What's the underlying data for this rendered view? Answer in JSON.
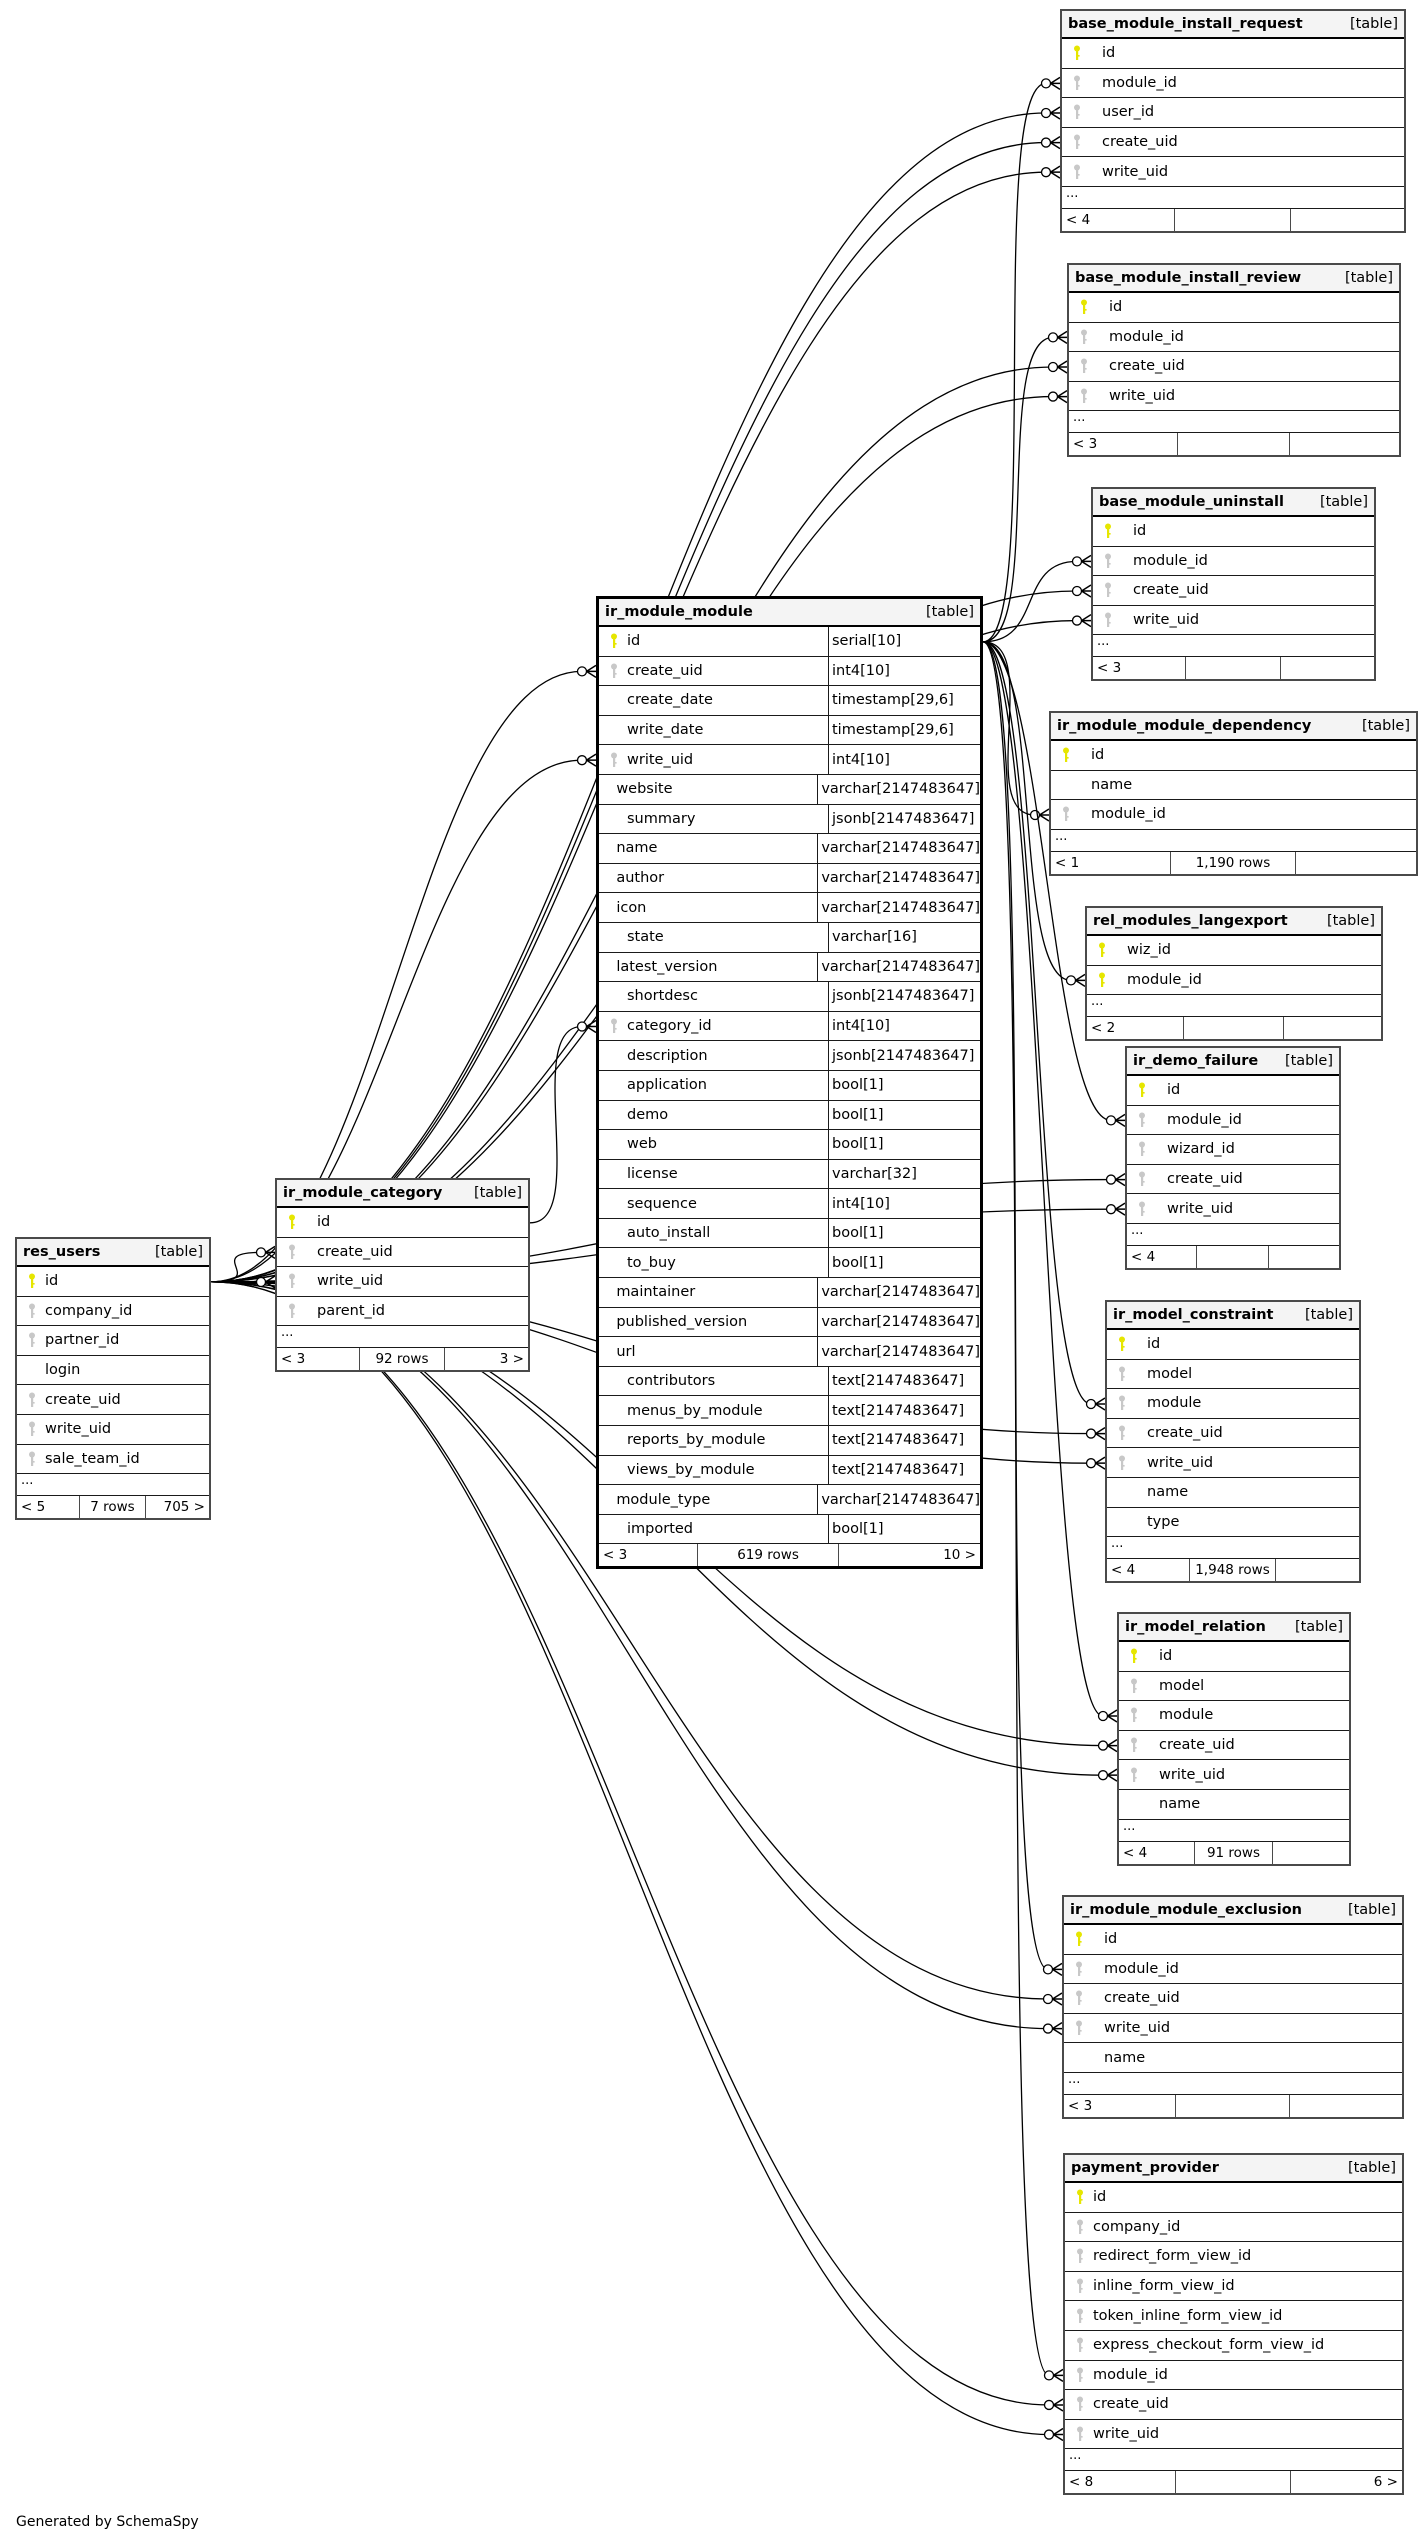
{
  "diagram": {
    "generator_note": "Generated by SchemaSpy",
    "table_kind_label": "[table]",
    "ellipsis": "...",
    "colors": {
      "primary_key": "#e6e600",
      "foreign_key": "#c8c8c8",
      "header_bg": "#f4f4f4",
      "line": "#000000"
    }
  },
  "tables": {
    "base_module_install_request": {
      "name": "base_module_install_request",
      "columns": [
        {
          "name": "id",
          "key": "pk"
        },
        {
          "name": "module_id",
          "key": "fk"
        },
        {
          "name": "user_id",
          "key": "fk"
        },
        {
          "name": "create_uid",
          "key": "fk"
        },
        {
          "name": "write_uid",
          "key": "fk"
        }
      ],
      "footer": {
        "parents": "< 4",
        "rows": "",
        "children": ""
      }
    },
    "base_module_install_review": {
      "name": "base_module_install_review",
      "columns": [
        {
          "name": "id",
          "key": "pk"
        },
        {
          "name": "module_id",
          "key": "fk"
        },
        {
          "name": "create_uid",
          "key": "fk"
        },
        {
          "name": "write_uid",
          "key": "fk"
        }
      ],
      "footer": {
        "parents": "< 3",
        "rows": "",
        "children": ""
      }
    },
    "base_module_uninstall": {
      "name": "base_module_uninstall",
      "columns": [
        {
          "name": "id",
          "key": "pk"
        },
        {
          "name": "module_id",
          "key": "fk"
        },
        {
          "name": "create_uid",
          "key": "fk"
        },
        {
          "name": "write_uid",
          "key": "fk"
        }
      ],
      "footer": {
        "parents": "< 3",
        "rows": "",
        "children": ""
      }
    },
    "ir_module_module_dependency": {
      "name": "ir_module_module_dependency",
      "columns": [
        {
          "name": "id",
          "key": "pk"
        },
        {
          "name": "name",
          "key": ""
        },
        {
          "name": "module_id",
          "key": "fk"
        }
      ],
      "footer": {
        "parents": "< 1",
        "rows": "1,190 rows",
        "children": ""
      }
    },
    "rel_modules_langexport": {
      "name": "rel_modules_langexport",
      "columns": [
        {
          "name": "wiz_id",
          "key": "pk"
        },
        {
          "name": "module_id",
          "key": "pk"
        }
      ],
      "footer": {
        "parents": "< 2",
        "rows": "",
        "children": ""
      }
    },
    "ir_demo_failure": {
      "name": "ir_demo_failure",
      "columns": [
        {
          "name": "id",
          "key": "pk"
        },
        {
          "name": "module_id",
          "key": "fk"
        },
        {
          "name": "wizard_id",
          "key": "fk"
        },
        {
          "name": "create_uid",
          "key": "fk"
        },
        {
          "name": "write_uid",
          "key": "fk"
        }
      ],
      "footer": {
        "parents": "< 4",
        "rows": "",
        "children": ""
      }
    },
    "ir_model_constraint": {
      "name": "ir_model_constraint",
      "columns": [
        {
          "name": "id",
          "key": "pk"
        },
        {
          "name": "model",
          "key": "fk"
        },
        {
          "name": "module",
          "key": "fk"
        },
        {
          "name": "create_uid",
          "key": "fk"
        },
        {
          "name": "write_uid",
          "key": "fk"
        },
        {
          "name": "name",
          "key": ""
        },
        {
          "name": "type",
          "key": ""
        }
      ],
      "footer": {
        "parents": "< 4",
        "rows": "1,948 rows",
        "children": ""
      }
    },
    "ir_model_relation": {
      "name": "ir_model_relation",
      "columns": [
        {
          "name": "id",
          "key": "pk"
        },
        {
          "name": "model",
          "key": "fk"
        },
        {
          "name": "module",
          "key": "fk"
        },
        {
          "name": "create_uid",
          "key": "fk"
        },
        {
          "name": "write_uid",
          "key": "fk"
        },
        {
          "name": "name",
          "key": ""
        }
      ],
      "footer": {
        "parents": "< 4",
        "rows": "91 rows",
        "children": ""
      }
    },
    "ir_module_module_exclusion": {
      "name": "ir_module_module_exclusion",
      "columns": [
        {
          "name": "id",
          "key": "pk"
        },
        {
          "name": "module_id",
          "key": "fk"
        },
        {
          "name": "create_uid",
          "key": "fk"
        },
        {
          "name": "write_uid",
          "key": "fk"
        },
        {
          "name": "name",
          "key": ""
        }
      ],
      "footer": {
        "parents": "< 3",
        "rows": "",
        "children": ""
      }
    },
    "payment_provider": {
      "name": "payment_provider",
      "columns": [
        {
          "name": "id",
          "key": "pk"
        },
        {
          "name": "company_id",
          "key": "fk"
        },
        {
          "name": "redirect_form_view_id",
          "key": "fk"
        },
        {
          "name": "inline_form_view_id",
          "key": "fk"
        },
        {
          "name": "token_inline_form_view_id",
          "key": "fk"
        },
        {
          "name": "express_checkout_form_view_id",
          "key": "fk"
        },
        {
          "name": "module_id",
          "key": "fk"
        },
        {
          "name": "create_uid",
          "key": "fk"
        },
        {
          "name": "write_uid",
          "key": "fk"
        }
      ],
      "footer": {
        "parents": "< 8",
        "rows": "",
        "children": "6 >"
      }
    },
    "ir_module_module": {
      "name": "ir_module_module",
      "columns": [
        {
          "name": "id",
          "key": "pk",
          "type": "serial[10]"
        },
        {
          "name": "create_uid",
          "key": "fk",
          "type": "int4[10]"
        },
        {
          "name": "create_date",
          "key": "",
          "type": "timestamp[29,6]"
        },
        {
          "name": "write_date",
          "key": "",
          "type": "timestamp[29,6]"
        },
        {
          "name": "write_uid",
          "key": "fk",
          "type": "int4[10]"
        },
        {
          "name": "website",
          "key": "",
          "type": "varchar[2147483647]"
        },
        {
          "name": "summary",
          "key": "",
          "type": "jsonb[2147483647]"
        },
        {
          "name": "name",
          "key": "",
          "type": "varchar[2147483647]"
        },
        {
          "name": "author",
          "key": "",
          "type": "varchar[2147483647]"
        },
        {
          "name": "icon",
          "key": "",
          "type": "varchar[2147483647]"
        },
        {
          "name": "state",
          "key": "",
          "type": "varchar[16]"
        },
        {
          "name": "latest_version",
          "key": "",
          "type": "varchar[2147483647]"
        },
        {
          "name": "shortdesc",
          "key": "",
          "type": "jsonb[2147483647]"
        },
        {
          "name": "category_id",
          "key": "fk",
          "type": "int4[10]"
        },
        {
          "name": "description",
          "key": "",
          "type": "jsonb[2147483647]"
        },
        {
          "name": "application",
          "key": "",
          "type": "bool[1]"
        },
        {
          "name": "demo",
          "key": "",
          "type": "bool[1]"
        },
        {
          "name": "web",
          "key": "",
          "type": "bool[1]"
        },
        {
          "name": "license",
          "key": "",
          "type": "varchar[32]"
        },
        {
          "name": "sequence",
          "key": "",
          "type": "int4[10]"
        },
        {
          "name": "auto_install",
          "key": "",
          "type": "bool[1]"
        },
        {
          "name": "to_buy",
          "key": "",
          "type": "bool[1]"
        },
        {
          "name": "maintainer",
          "key": "",
          "type": "varchar[2147483647]"
        },
        {
          "name": "published_version",
          "key": "",
          "type": "varchar[2147483647]"
        },
        {
          "name": "url",
          "key": "",
          "type": "varchar[2147483647]"
        },
        {
          "name": "contributors",
          "key": "",
          "type": "text[2147483647]"
        },
        {
          "name": "menus_by_module",
          "key": "",
          "type": "text[2147483647]"
        },
        {
          "name": "reports_by_module",
          "key": "",
          "type": "text[2147483647]"
        },
        {
          "name": "views_by_module",
          "key": "",
          "type": "text[2147483647]"
        },
        {
          "name": "module_type",
          "key": "",
          "type": "varchar[2147483647]"
        },
        {
          "name": "imported",
          "key": "",
          "type": "bool[1]"
        }
      ],
      "footer": {
        "parents": "< 3",
        "rows": "619 rows",
        "children": "10 >"
      }
    },
    "ir_module_category": {
      "name": "ir_module_category",
      "columns": [
        {
          "name": "id",
          "key": "pk"
        },
        {
          "name": "create_uid",
          "key": "fk"
        },
        {
          "name": "write_uid",
          "key": "fk"
        },
        {
          "name": "parent_id",
          "key": "fk"
        }
      ],
      "footer": {
        "parents": "< 3",
        "rows": "92 rows",
        "children": "3 >"
      }
    },
    "res_users": {
      "name": "res_users",
      "columns": [
        {
          "name": "id",
          "key": "pk"
        },
        {
          "name": "company_id",
          "key": "fk"
        },
        {
          "name": "partner_id",
          "key": "fk"
        },
        {
          "name": "login",
          "key": ""
        },
        {
          "name": "create_uid",
          "key": "fk"
        },
        {
          "name": "write_uid",
          "key": "fk"
        },
        {
          "name": "sale_team_id",
          "key": "fk"
        }
      ],
      "footer": {
        "parents": "< 5",
        "rows": "7 rows",
        "children": "705 >"
      }
    }
  },
  "relationships": [
    {
      "from": "base_module_install_request.module_id",
      "to": "ir_module_module.id"
    },
    {
      "from": "base_module_install_request.user_id",
      "to": "res_users.id"
    },
    {
      "from": "base_module_install_request.create_uid",
      "to": "res_users.id"
    },
    {
      "from": "base_module_install_request.write_uid",
      "to": "res_users.id"
    },
    {
      "from": "base_module_install_review.module_id",
      "to": "ir_module_module.id"
    },
    {
      "from": "base_module_install_review.create_uid",
      "to": "res_users.id"
    },
    {
      "from": "base_module_install_review.write_uid",
      "to": "res_users.id"
    },
    {
      "from": "base_module_uninstall.module_id",
      "to": "ir_module_module.id"
    },
    {
      "from": "base_module_uninstall.create_uid",
      "to": "res_users.id"
    },
    {
      "from": "base_module_uninstall.write_uid",
      "to": "res_users.id"
    },
    {
      "from": "ir_module_module_dependency.module_id",
      "to": "ir_module_module.id"
    },
    {
      "from": "rel_modules_langexport.module_id",
      "to": "ir_module_module.id"
    },
    {
      "from": "ir_demo_failure.module_id",
      "to": "ir_module_module.id"
    },
    {
      "from": "ir_demo_failure.create_uid",
      "to": "res_users.id"
    },
    {
      "from": "ir_demo_failure.write_uid",
      "to": "res_users.id"
    },
    {
      "from": "ir_model_constraint.module",
      "to": "ir_module_module.id"
    },
    {
      "from": "ir_model_constraint.create_uid",
      "to": "res_users.id"
    },
    {
      "from": "ir_model_constraint.write_uid",
      "to": "res_users.id"
    },
    {
      "from": "ir_model_relation.module",
      "to": "ir_module_module.id"
    },
    {
      "from": "ir_model_relation.create_uid",
      "to": "res_users.id"
    },
    {
      "from": "ir_model_relation.write_uid",
      "to": "res_users.id"
    },
    {
      "from": "ir_module_module_exclusion.module_id",
      "to": "ir_module_module.id"
    },
    {
      "from": "ir_module_module_exclusion.create_uid",
      "to": "res_users.id"
    },
    {
      "from": "ir_module_module_exclusion.write_uid",
      "to": "res_users.id"
    },
    {
      "from": "payment_provider.module_id",
      "to": "ir_module_module.id"
    },
    {
      "from": "payment_provider.create_uid",
      "to": "res_users.id"
    },
    {
      "from": "payment_provider.write_uid",
      "to": "res_users.id"
    },
    {
      "from": "ir_module_module.create_uid",
      "to": "res_users.id"
    },
    {
      "from": "ir_module_module.write_uid",
      "to": "res_users.id"
    },
    {
      "from": "ir_module_module.category_id",
      "to": "ir_module_category.id"
    },
    {
      "from": "ir_module_category.create_uid",
      "to": "res_users.id"
    },
    {
      "from": "ir_module_category.write_uid",
      "to": "res_users.id"
    }
  ]
}
